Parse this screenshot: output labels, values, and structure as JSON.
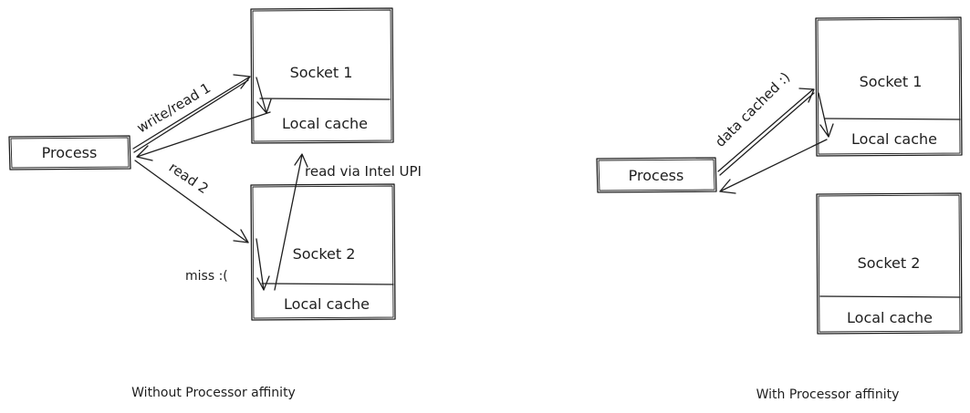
{
  "diagrams": {
    "without_affinity": {
      "caption": "Without Processor affinity",
      "process_label": "Process",
      "socket1": {
        "label": "Socket 1",
        "cache_label": "Local cache"
      },
      "socket2": {
        "label": "Socket 2",
        "cache_label": "Local cache"
      },
      "edge_labels": {
        "write_read_1": "write/read 1",
        "read_2": "read 2",
        "read_via_upi": "read via Intel UPI",
        "miss": "miss :("
      }
    },
    "with_affinity": {
      "caption": "With Processor affinity",
      "process_label": "Process",
      "socket1": {
        "label": "Socket 1",
        "cache_label": "Local cache"
      },
      "socket2": {
        "label": "Socket 2",
        "cache_label": "Local cache"
      },
      "edge_labels": {
        "data_cached": "data cached :)"
      }
    }
  }
}
